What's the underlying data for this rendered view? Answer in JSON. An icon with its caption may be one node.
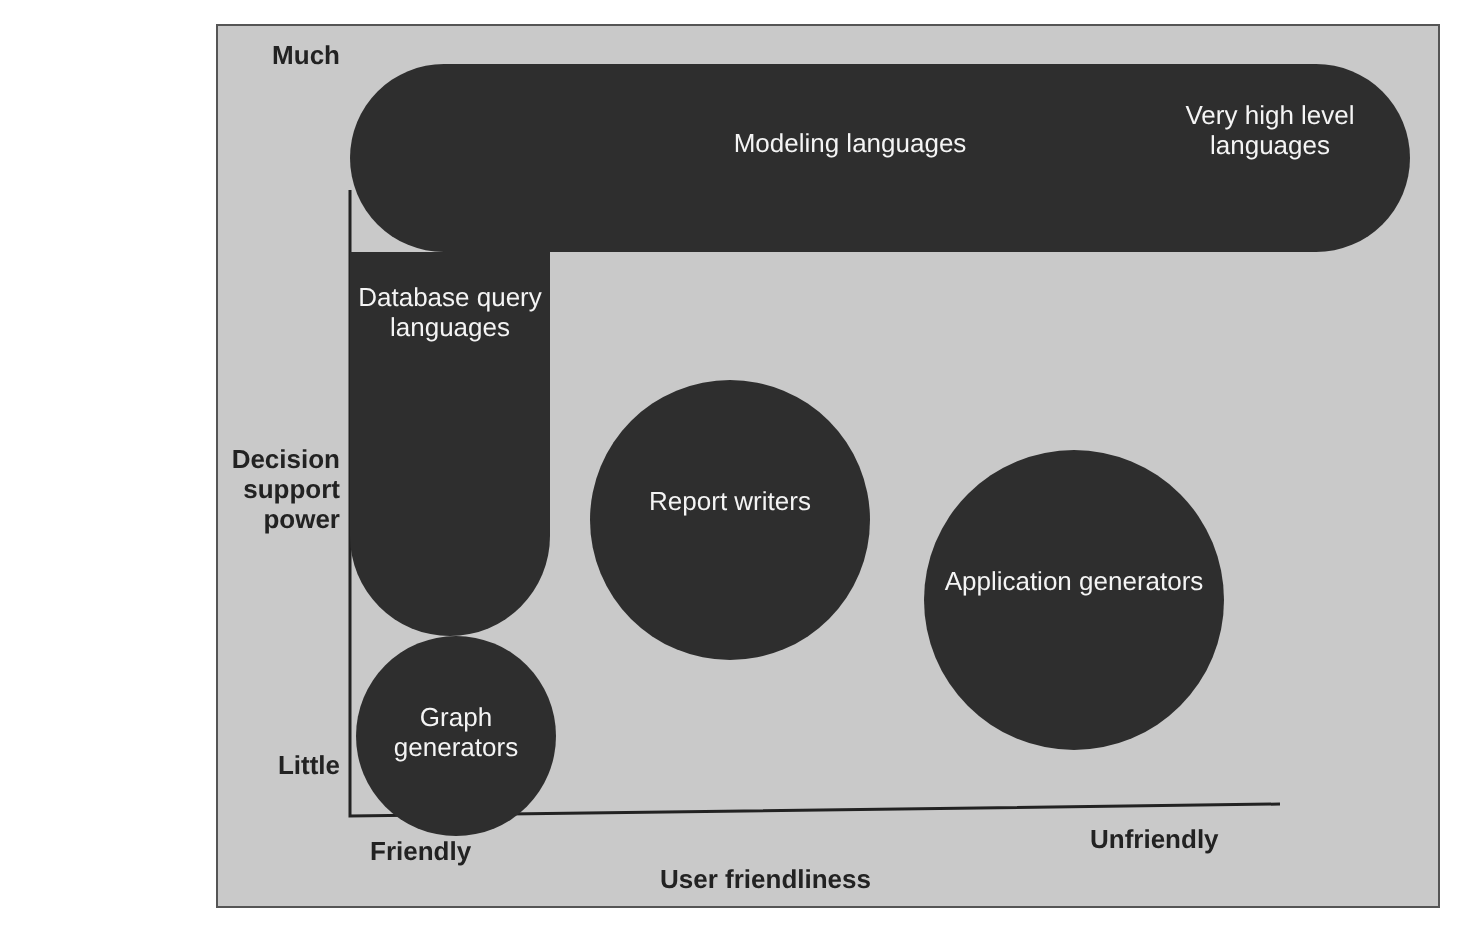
{
  "diagram": {
    "nodes": [
      {
        "text": [
          "Modeling languages",
          "Very high level languages"
        ]
      },
      {
        "text": [
          "Database query languages"
        ]
      },
      {
        "text": [
          "Graph generators"
        ]
      },
      {
        "text": [
          "Report writers"
        ]
      },
      {
        "text": [
          "Application generators"
        ]
      }
    ],
    "labels": [
      "Much",
      "Decision support power",
      "Little",
      "Friendly",
      "User friendliness",
      "Unfriendly"
    ]
  }
}
